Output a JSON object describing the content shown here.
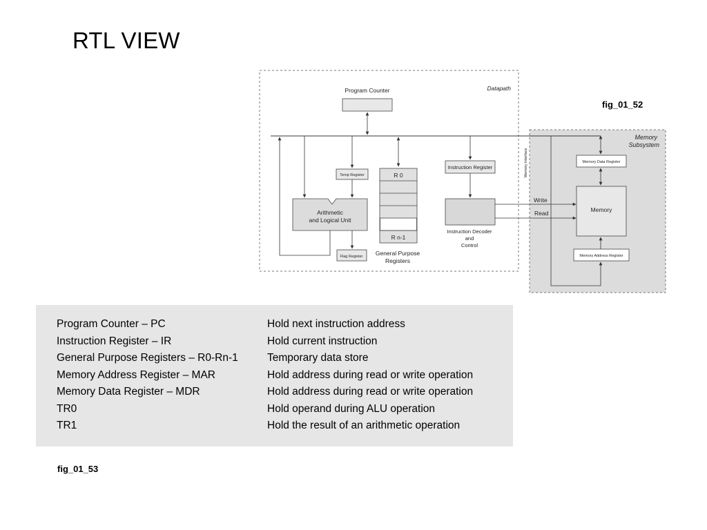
{
  "slide": {
    "title": "RTL VIEW",
    "fig_top": "fig_01_52",
    "fig_bottom": "fig_01_53"
  },
  "diagram": {
    "datapath_label": "Datapath",
    "memory_subsystem_label": [
      "Memory",
      "Subsystem"
    ],
    "program_counter": "Program Counter",
    "temp_register": "Temp Register",
    "alu": [
      "Arithmetic",
      "and Logical Unit"
    ],
    "flag_register": "Flag Register",
    "reg_r0": "R 0",
    "reg_rn1": "R n-1",
    "gpr_label": [
      "General Purpose",
      "Registers"
    ],
    "instruction_register": "Instruction Register",
    "decoder_label": [
      "Instruction Decoder",
      "and",
      "Control"
    ],
    "memory_interface": "Memory Interface",
    "write_label": "Write",
    "read_label": "Read",
    "memory_data_register": "Memory Data Register",
    "memory": "Memory",
    "memory_address_register": "Memory Address Register"
  },
  "table": {
    "rows": [
      {
        "term": "Program Counter – PC",
        "desc": "Hold next instruction address"
      },
      {
        "term": "Instruction Register – IR",
        "desc": "Hold current instruction"
      },
      {
        "term": "General Purpose Registers – R0-Rn-1",
        "desc": "Temporary data store"
      },
      {
        "term": "Memory Address Register – MAR",
        "desc": "Hold address during read or write operation"
      },
      {
        "term": "Memory Data Register – MDR",
        "desc": "Hold address during read or write operation"
      },
      {
        "term": "TR0",
        "desc": "Hold operand during ALU operation"
      },
      {
        "term": "TR1",
        "desc": "Hold the result of an arithmetic operation"
      }
    ]
  }
}
